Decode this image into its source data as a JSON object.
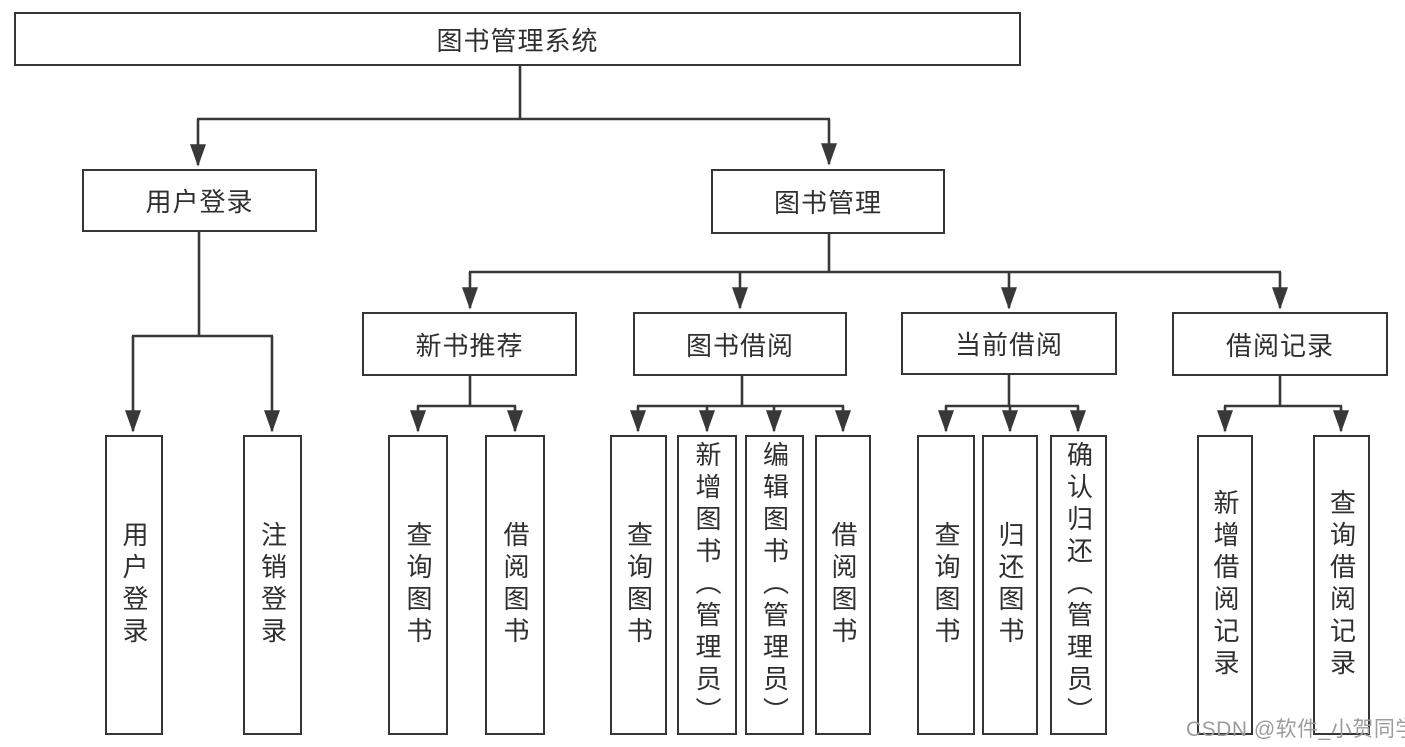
{
  "tree": {
    "label": "图书管理系统",
    "children": [
      {
        "label": "用户登录",
        "children": [
          {
            "label": "用户登录"
          },
          {
            "label": "注销登录"
          }
        ]
      },
      {
        "label": "图书管理",
        "children": [
          {
            "label": "新书推荐",
            "children": [
              {
                "label": "查询图书"
              },
              {
                "label": "借阅图书"
              }
            ]
          },
          {
            "label": "图书借阅",
            "children": [
              {
                "label": "查询图书"
              },
              {
                "label": "新增图书（管理员）"
              },
              {
                "label": "编辑图书（管理员）"
              },
              {
                "label": "借阅图书"
              }
            ]
          },
          {
            "label": "当前借阅",
            "children": [
              {
                "label": "查询图书"
              },
              {
                "label": "归还图书"
              },
              {
                "label": "确认归还（管理员）"
              }
            ]
          },
          {
            "label": "借阅记录",
            "children": [
              {
                "label": "新增借阅记录"
              },
              {
                "label": "查询借阅记录"
              }
            ]
          }
        ]
      }
    ]
  },
  "watermark": {
    "text": "CSDN @软件_小贺同学"
  },
  "colors": {
    "line": "#383838",
    "box_border": "#353535",
    "text": "#2f2f2f",
    "watermark": "#9c9c9f",
    "background": "#ffffff"
  }
}
